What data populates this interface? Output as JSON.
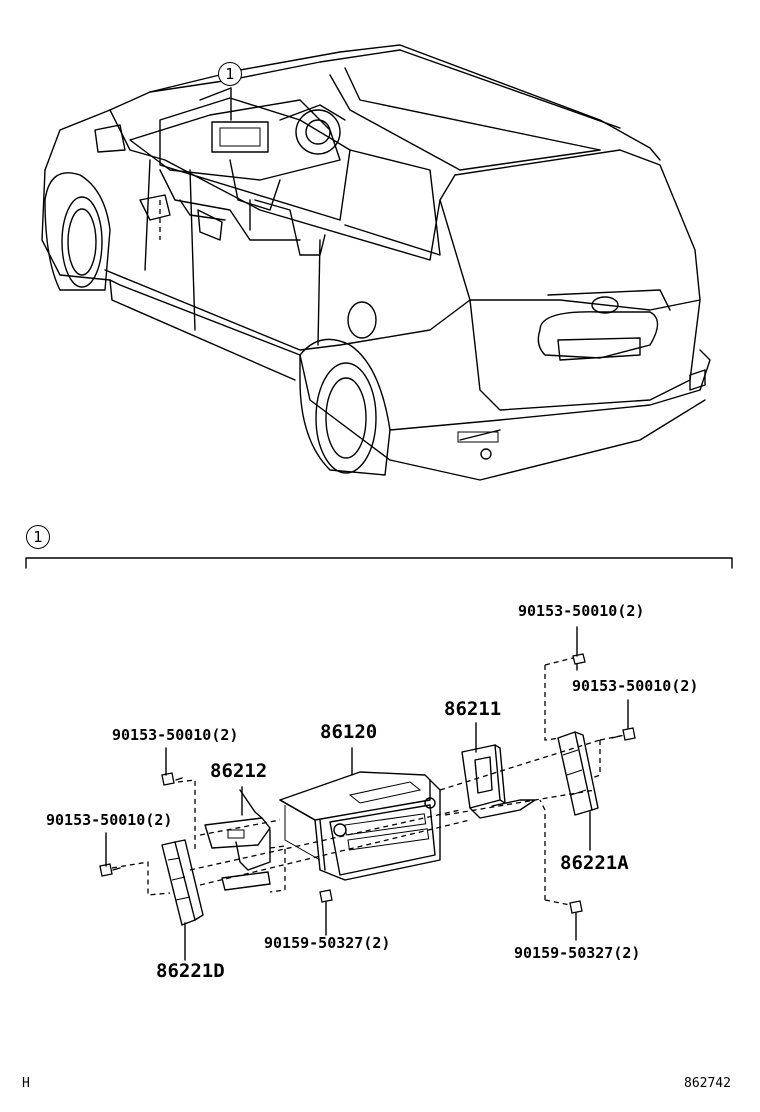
{
  "callouts": {
    "main": "1",
    "section": "1"
  },
  "parts": {
    "radio": "86120",
    "bracket_right": "86211",
    "bracket_left": "86212",
    "panel_right": "86221A",
    "panel_left": "86221D",
    "screw_top_right": "90153-50010(2)",
    "screw_mid_right": "90153-50010(2)",
    "screw_top_left": "90153-50010(2)",
    "screw_mid_left": "90153-50010(2)",
    "screw_bottom_left": "90159-50327(2)",
    "screw_bottom_right": "90159-50327(2)"
  },
  "footer": {
    "left_mark": "H",
    "figure_number": "862742"
  }
}
